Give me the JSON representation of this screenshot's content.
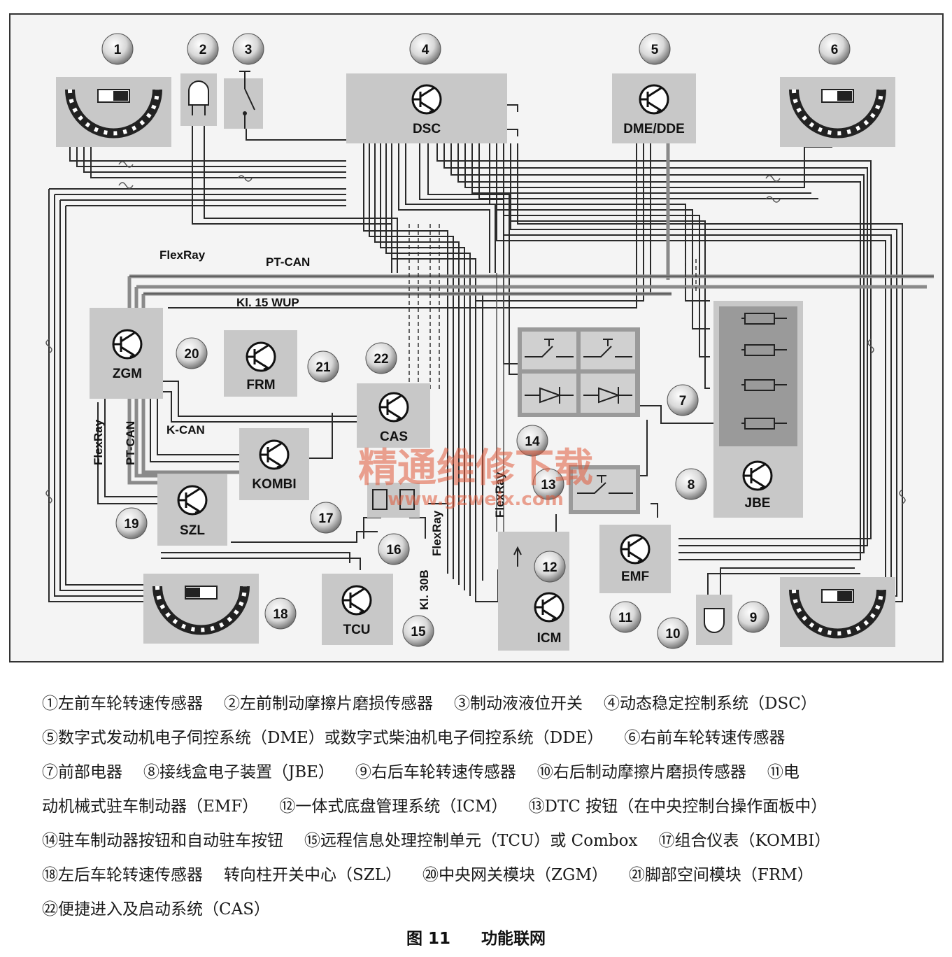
{
  "modules": {
    "dsc": "DSC",
    "dme": "DME/DDE",
    "zgm": "ZGM",
    "frm": "FRM",
    "cas": "CAS",
    "kombi": "KOMBI",
    "szl": "SZL",
    "tcu": "TCU",
    "icm": "ICM",
    "emf": "EMF",
    "jbe": "JBE"
  },
  "bus_labels": {
    "flexray_top": "FlexRay",
    "ptcan_top": "PT-CAN",
    "kl15wup": "Kl. 15 WUP",
    "kcan": "K-CAN",
    "flexray_left": "FlexRay",
    "ptcan_left": "PT-CAN",
    "flexray_mid": "FlexRay",
    "flexray_right": "FlexRay",
    "kl30b": "Kl. 30B"
  },
  "numbers": [
    "1",
    "2",
    "3",
    "4",
    "5",
    "6",
    "7",
    "8",
    "9",
    "10",
    "11",
    "12",
    "13",
    "14",
    "15",
    "16",
    "17",
    "18",
    "19",
    "20",
    "21",
    "22"
  ],
  "watermark": {
    "cn": "精通维修下载",
    "url": "www.gzweix.com"
  },
  "legend_rows": [
    [
      "①左前车轮转速传感器",
      "②左前制动摩擦片磨损传感器",
      "③制动液液位开关",
      "④动态稳定控制系统（DSC）"
    ],
    [
      "⑤数字式发动机电子伺控系统（DME）或数字式柴油机电子伺控系统（DDE）",
      "⑥右前车轮转速传感器"
    ],
    [
      "⑦前部电器",
      "⑧接线盒电子装置（JBE）",
      "⑨右后车轮转速传感器",
      "⑩右后制动摩擦片磨损传感器",
      "⑪电"
    ],
    [
      "动机械式驻车制动器（EMF）",
      "⑫一体式底盘管理系统（ICM）",
      "⑬DTC 按钮（在中央控制台操作面板中）"
    ],
    [
      "⑭驻车制动器按钮和自动驻车按钮",
      "⑮远程信息处理控制单元（TCU）或 Combox",
      "⑰组合仪表（KOMBI）"
    ],
    [
      "⑱左后车轮转速传感器",
      "转向柱开关中心（SZL）",
      "⑳中央网关模块（ZGM）",
      "㉑脚部空间模块（FRM）"
    ],
    [
      "㉒便捷进入及启动系统（CAS）"
    ]
  ],
  "caption": {
    "figure": "图 11",
    "title": "功能联网"
  },
  "colors": {
    "box_fill": "#c8c8c8",
    "line": "#2a2a2a",
    "bus": "#8a8a8a",
    "watermark": "#e05a3a"
  }
}
